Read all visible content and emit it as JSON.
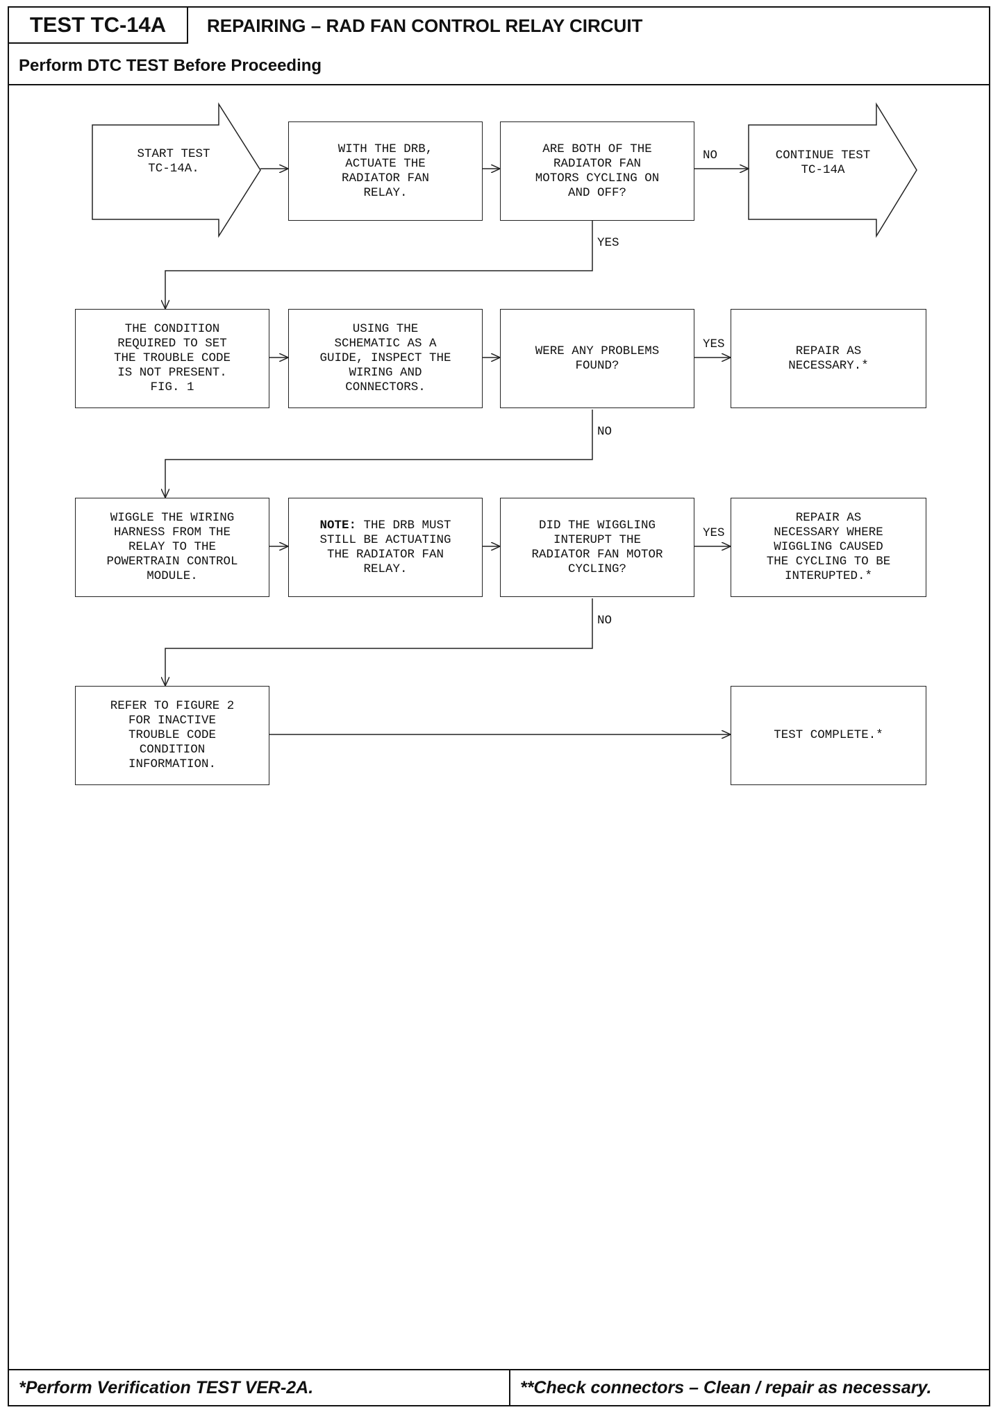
{
  "header": {
    "test_id": "TEST TC-14A",
    "title": "REPAIRING – RAD FAN CONTROL RELAY CIRCUIT",
    "subtitle": "Perform DTC TEST Before Proceeding"
  },
  "footer": {
    "left": "*Perform Verification TEST VER-2A.",
    "right": "**Check connectors – Clean / repair as necessary."
  },
  "flow": {
    "start": "START TEST\nTC-14A.",
    "actuate": "WITH THE DRB,\nACTUATE THE\nRADIATOR FAN\nRELAY.",
    "cycling_q": "ARE BOTH OF THE\nRADIATOR FAN\nMOTORS CYCLING ON\nAND OFF?",
    "continue": "CONTINUE TEST\nTC-14A",
    "condition": "THE CONDITION\nREQUIRED TO SET\nTHE TROUBLE CODE\nIS NOT PRESENT.\nFIG. 1",
    "inspect": "USING THE\nSCHEMATIC AS A\nGUIDE, INSPECT THE\nWIRING AND\nCONNECTORS.",
    "problems_q": "WERE ANY PROBLEMS\nFOUND?",
    "repair1": "REPAIR AS\nNECESSARY.*",
    "wiggle": "WIGGLE THE WIRING\nHARNESS FROM THE\nRELAY TO THE\nPOWERTRAIN CONTROL\nMODULE.",
    "note_label": "NOTE:",
    "note_text": " THE DRB MUST\nSTILL BE ACTUATING\nTHE RADIATOR FAN\nRELAY.",
    "wiggle_q": "DID THE WIGGLING\nINTERUPT THE\nRADIATOR FAN MOTOR\nCYCLING?",
    "repair2": "REPAIR AS\nNECESSARY WHERE\nWIGGLING CAUSED\nTHE CYCLING TO BE\nINTERUPTED.*",
    "refer": "REFER TO FIGURE 2\nFOR INACTIVE\nTROUBLE CODE\nCONDITION\nINFORMATION.",
    "complete": "TEST COMPLETE.*"
  },
  "labels": {
    "no1": "NO",
    "yes1": "YES",
    "yes2": "YES",
    "no2": "NO",
    "yes3": "YES",
    "no3": "NO"
  }
}
